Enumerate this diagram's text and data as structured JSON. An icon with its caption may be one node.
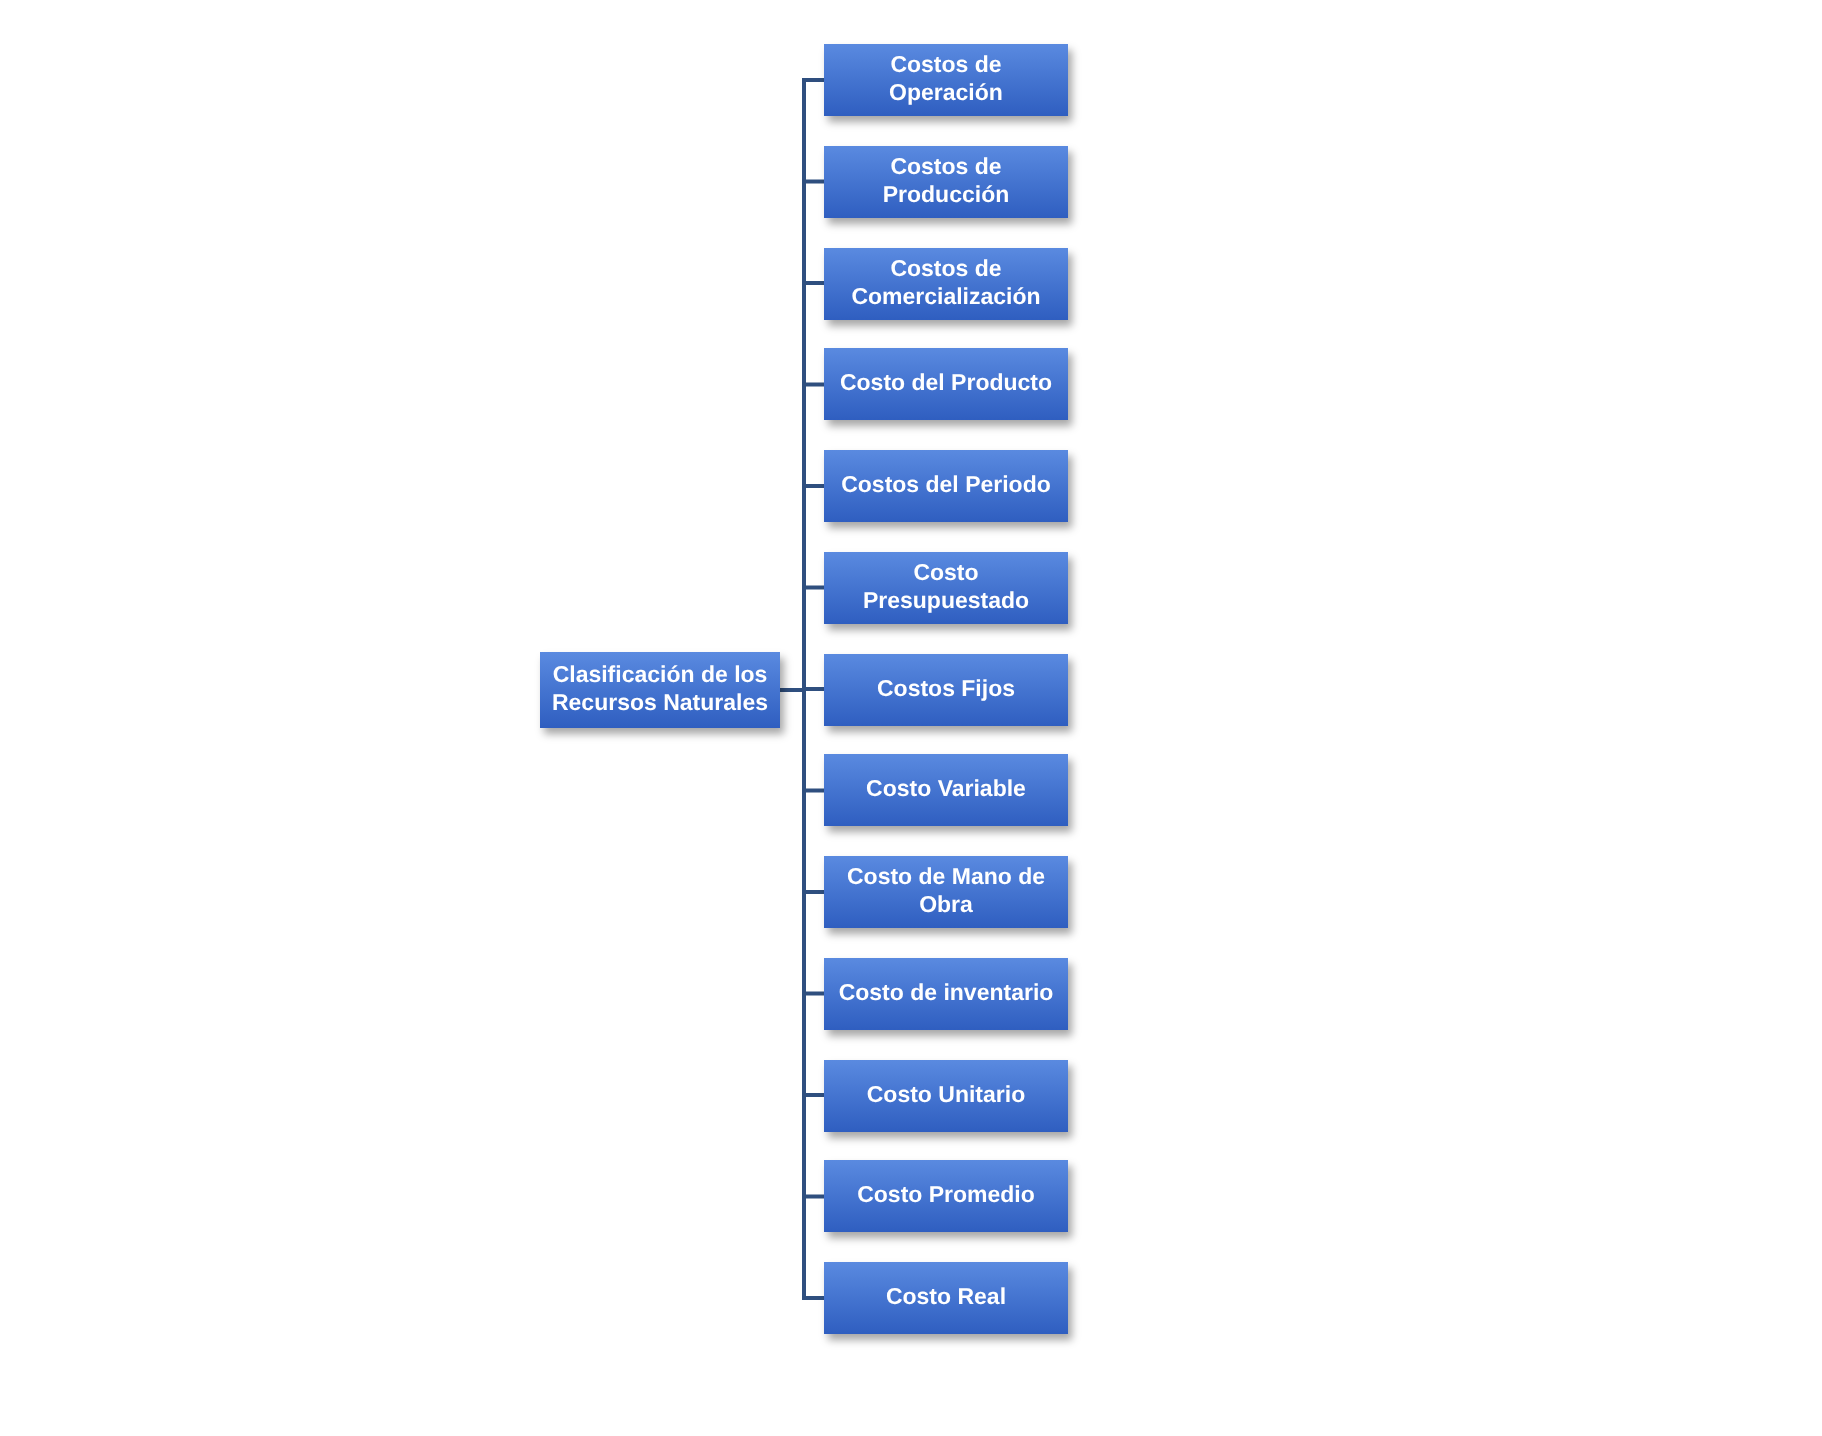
{
  "diagram": {
    "nodes": [
      {
        "text": [
          "Clasificación de los Recursos Naturales"
        ]
      },
      {
        "text": [
          "Costos de Operación"
        ]
      },
      {
        "text": [
          "Costos de Producción"
        ]
      },
      {
        "text": [
          "Costos de Comercialización"
        ]
      },
      {
        "text": [
          "Costo del Producto"
        ]
      },
      {
        "text": [
          "Costos del Periodo"
        ]
      },
      {
        "text": [
          "Costo Presupuestado"
        ]
      },
      {
        "text": [
          "Costos Fijos"
        ]
      },
      {
        "text": [
          "Costo Variable"
        ]
      },
      {
        "text": [
          "Costo de Mano de Obra"
        ]
      },
      {
        "text": [
          "Costo de inventario"
        ]
      },
      {
        "text": [
          "Costo Unitario"
        ]
      },
      {
        "text": [
          "Costo Promedio"
        ]
      },
      {
        "text": [
          "Costo Real"
        ]
      }
    ],
    "edges": [
      {
        "from": 0,
        "to": 1,
        "arrow": "none"
      },
      {
        "from": 0,
        "to": 2,
        "arrow": "none"
      },
      {
        "from": 0,
        "to": 3,
        "arrow": "none"
      },
      {
        "from": 0,
        "to": 4,
        "arrow": "none"
      },
      {
        "from": 0,
        "to": 5,
        "arrow": "none"
      },
      {
        "from": 0,
        "to": 6,
        "arrow": "none"
      },
      {
        "from": 0,
        "to": 7,
        "arrow": "none"
      },
      {
        "from": 0,
        "to": 8,
        "arrow": "none"
      },
      {
        "from": 0,
        "to": 9,
        "arrow": "none"
      },
      {
        "from": 0,
        "to": 10,
        "arrow": "none"
      },
      {
        "from": 0,
        "to": 11,
        "arrow": "none"
      },
      {
        "from": 0,
        "to": 12,
        "arrow": "none"
      },
      {
        "from": 0,
        "to": 13,
        "arrow": "none"
      }
    ]
  }
}
